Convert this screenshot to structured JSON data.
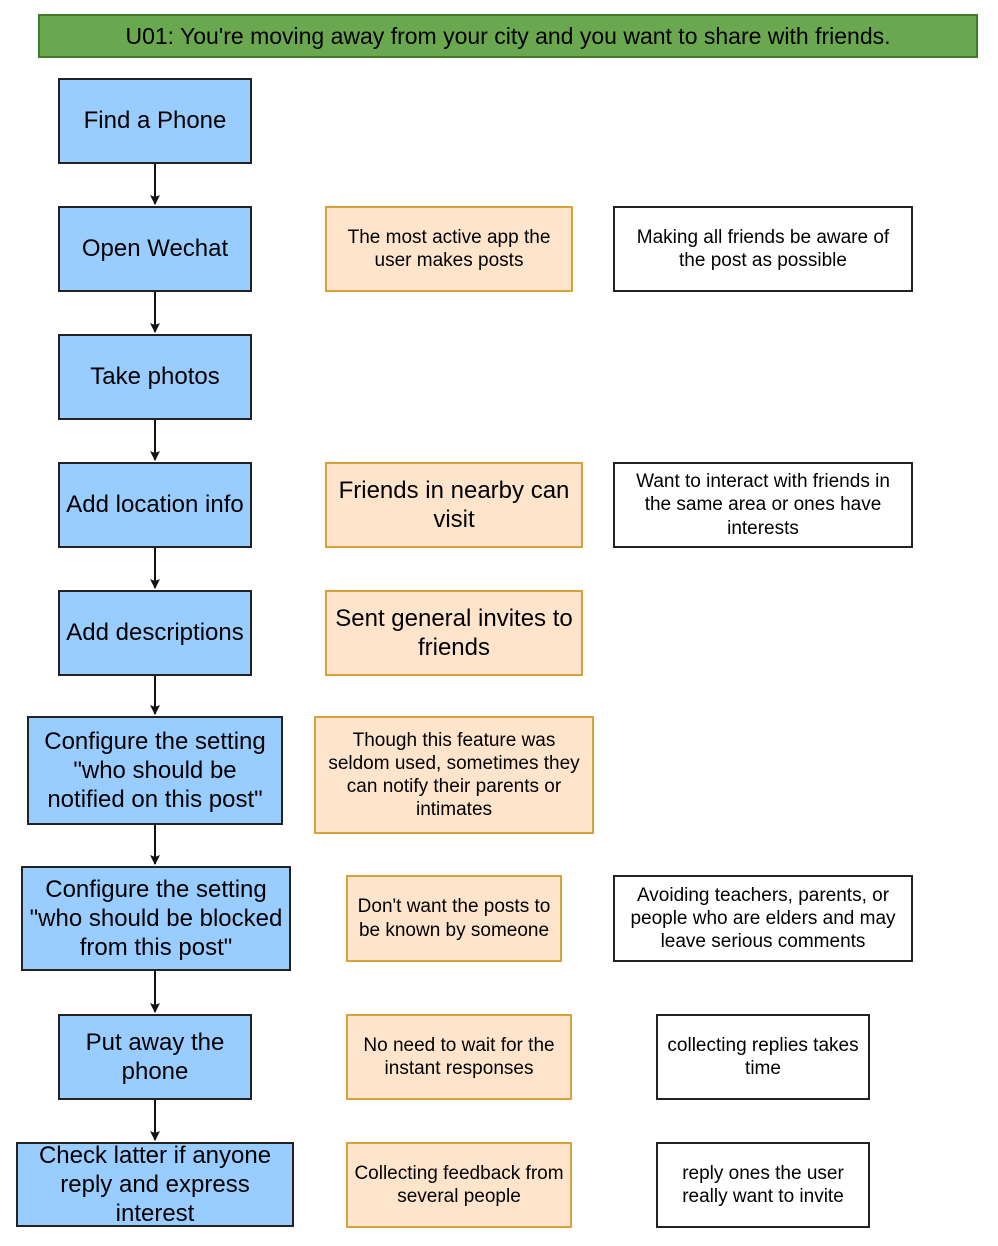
{
  "title": "U01: You're moving away from your city and you want to share with friends.",
  "steps": [
    {
      "label": "Find a Phone",
      "reason": "",
      "goal": ""
    },
    {
      "label": "Open Wechat",
      "reason": "The most active app the user makes posts",
      "goal": "Making all friends be aware of the post as possible"
    },
    {
      "label": "Take photos",
      "reason": "",
      "goal": ""
    },
    {
      "label": "Add location info",
      "reason": "Friends in nearby can visit",
      "goal": "Want to interact with friends in the same area or ones have interests"
    },
    {
      "label": "Add descriptions",
      "reason": "Sent general invites to friends",
      "goal": ""
    },
    {
      "label": "Configure the setting \"who should be notified on this post\"",
      "reason": "Though this feature was seldom used, sometimes they can notify their parents or intimates",
      "goal": ""
    },
    {
      "label": "Configure the setting \"who should be blocked from this post\"",
      "reason": "Don't want the posts to be known by someone",
      "goal": "Avoiding teachers, parents, or people who are elders and may leave serious comments"
    },
    {
      "label": "Put away the phone",
      "reason": "No need to wait for the instant responses",
      "goal": "collecting replies takes time"
    },
    {
      "label": "Check latter if anyone reply and express interest",
      "reason": "Collecting feedback from several people",
      "goal": "reply ones the user really want to invite"
    }
  ]
}
